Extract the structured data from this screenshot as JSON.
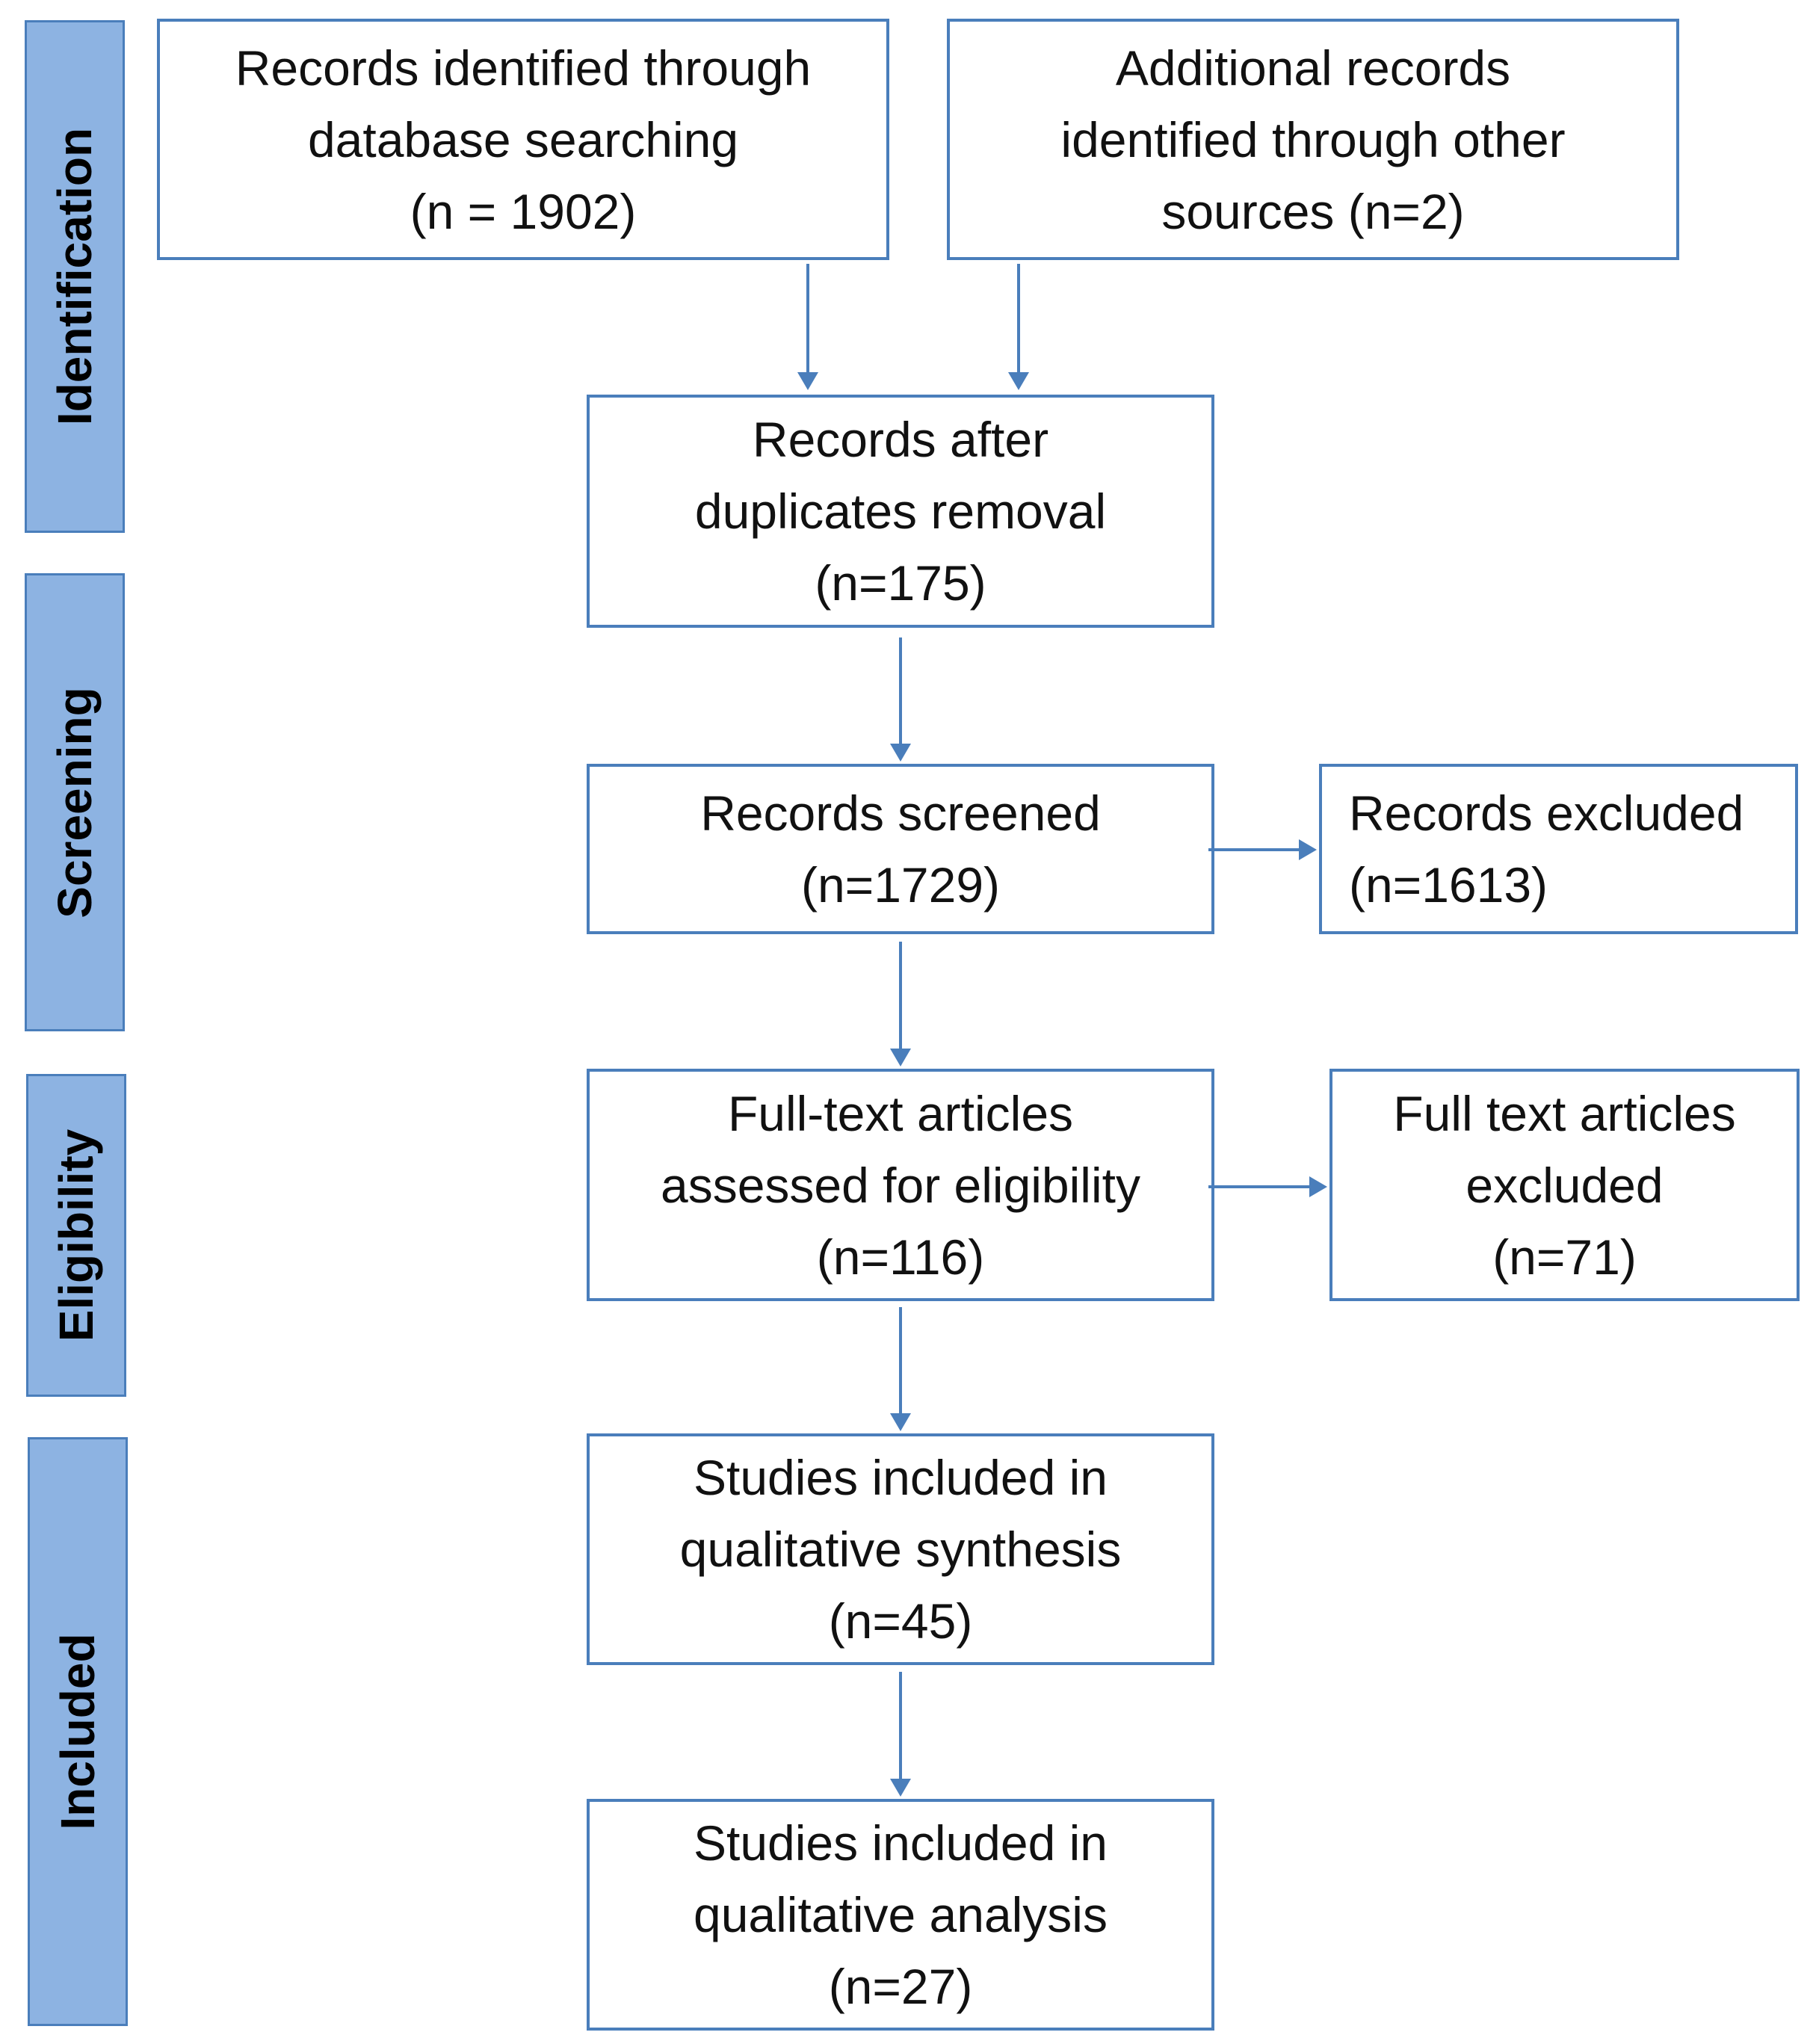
{
  "stages": {
    "identification": "Identification",
    "screening": "Screening",
    "eligibility": "Eligibility",
    "included": "Included"
  },
  "boxes": {
    "db_records": {
      "lines": [
        "Records identified through",
        "database searching",
        "(n = 1902)"
      ],
      "count": 1902
    },
    "other_records": {
      "lines": [
        "Additional records",
        "identified through other",
        "sources (n=2)"
      ],
      "count": 2
    },
    "after_duplicates": {
      "lines": [
        "Records after",
        "duplicates removal",
        "(n=175)"
      ],
      "count": 175
    },
    "screened": {
      "lines": [
        "Records screened",
        "(n=1729)"
      ],
      "count": 1729
    },
    "excluded": {
      "lines": [
        "Records excluded",
        "(n=1613)"
      ],
      "count": 1613
    },
    "fulltext_assessed": {
      "lines": [
        "Full-text articles",
        "assessed for eligibility",
        "(n=116)"
      ],
      "count": 116
    },
    "fulltext_excluded": {
      "lines": [
        "Full text articles",
        "excluded",
        "(n=71)"
      ],
      "count": 71
    },
    "synthesis": {
      "lines": [
        "Studies included in",
        "qualitative synthesis",
        "(n=45)"
      ],
      "count": 45
    },
    "analysis": {
      "lines": [
        "Studies included in",
        "qualitative analysis",
        "(n=27)"
      ],
      "count": 27
    }
  },
  "colors": {
    "stage_fill": "#8db3e2",
    "stage_border": "#4a7ebb",
    "box_border": "#4a7ebb",
    "arrow": "#4a7ebb"
  }
}
